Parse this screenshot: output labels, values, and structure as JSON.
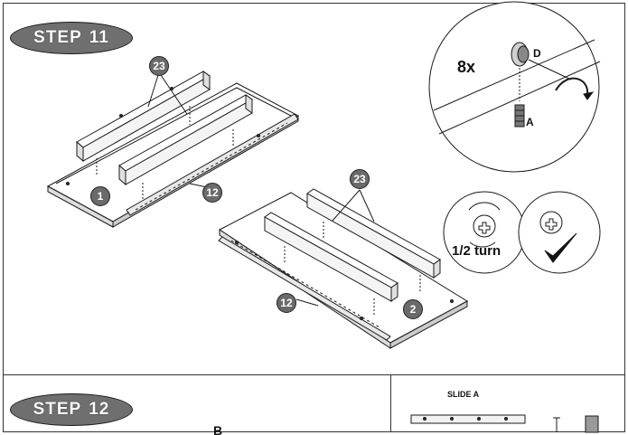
{
  "step11": {
    "badge_word": "STEP",
    "badge_number": "11",
    "callouts": {
      "rails_top": "23",
      "rails_bottom": "23",
      "slide_top": "12",
      "slide_bottom": "12",
      "panel_left": "1",
      "panel_right": "2"
    },
    "detail": {
      "quantity": "8x",
      "cam_label": "D",
      "dowel_label": "A"
    },
    "turn_label": "1/2 turn"
  },
  "step12": {
    "badge_word": "STEP",
    "badge_number": "12",
    "partial_label": "B",
    "parts_box": {
      "title": "SLIDE A"
    }
  },
  "colors": {
    "badge_fill": "#6f6f6f",
    "line": "#1a1a1a"
  }
}
